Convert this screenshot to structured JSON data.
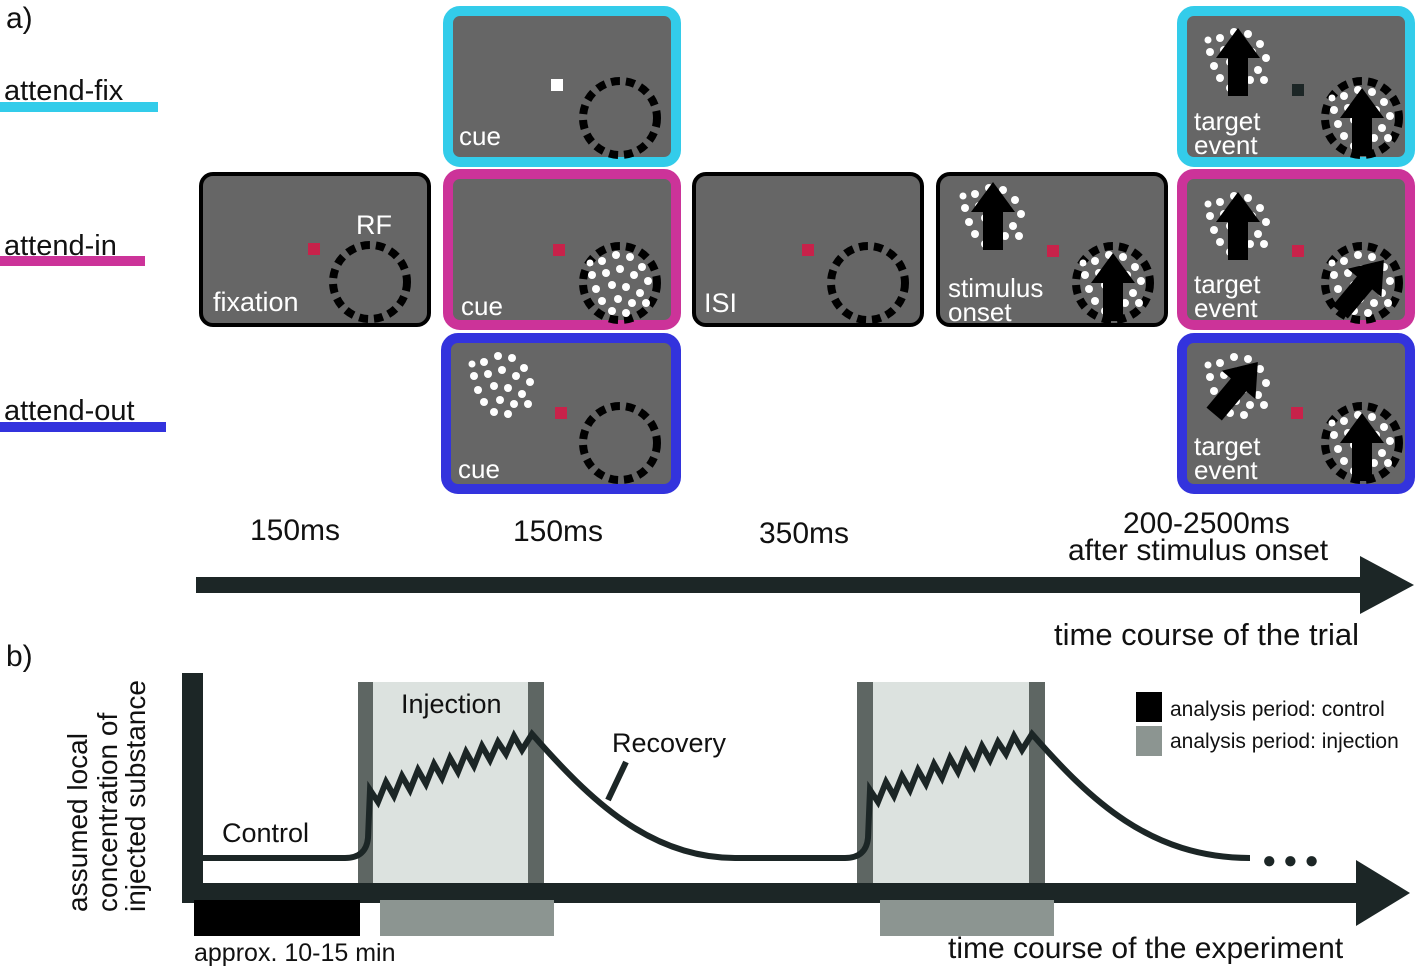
{
  "panel_a": {
    "label": "a)",
    "conditions": [
      {
        "label": "attend-fix",
        "color": "#33ccea"
      },
      {
        "label": "attend-in",
        "color": "#cc3399"
      },
      {
        "label": "attend-out",
        "color": "#3333dd"
      }
    ],
    "screens": {
      "fixation_label": "fixation",
      "rf_label": "RF",
      "cue_label": "cue",
      "isi_label": "ISI",
      "stimulus_line1": "stimulus",
      "stimulus_line2": "onset",
      "target_line1": "target",
      "target_line2": "event"
    },
    "durations": [
      "150ms",
      "150ms",
      "350ms"
    ],
    "final_duration_line1": "200-2500ms",
    "final_duration_line2": "after stimulus onset",
    "timeline_label": "time course of the trial",
    "colors": {
      "screen_bg": "#666666",
      "fixation_attend": "#c8224a",
      "fixation_fix": "#ffffff",
      "dark": "#1c2626"
    }
  },
  "panel_b": {
    "label": "b)",
    "ylabel_line1": "assumed local",
    "ylabel_line2": "concentration of",
    "ylabel_line3": "injected substance",
    "control_label": "Control",
    "injection_label": "Injection",
    "recovery_label": "Recovery",
    "duration_note": "approx. 10-15 min",
    "xlabel": "time course of the experiment",
    "legend": [
      {
        "label": "analysis period: control",
        "color": "#000000"
      },
      {
        "label": "analysis period: injection",
        "color": "#8c9591"
      }
    ],
    "ellipsis_glyph": "● ● ●"
  }
}
